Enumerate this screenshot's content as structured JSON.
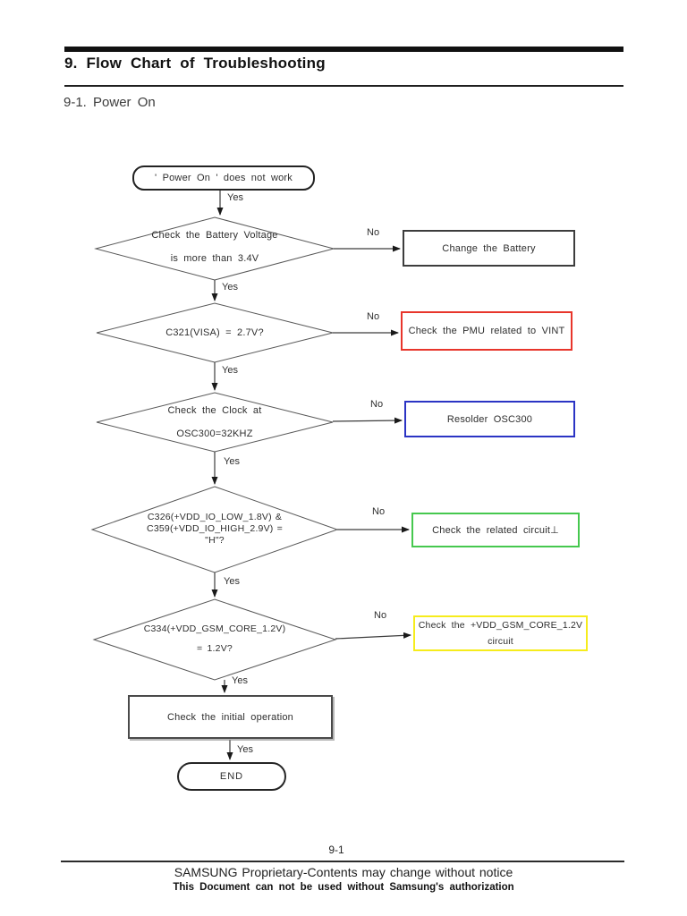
{
  "header": {
    "section_title": "9.  Flow  Chart  of  Troubleshooting",
    "subsection_title": "9-1.  Power  On"
  },
  "flowchart": {
    "start": {
      "label": "' Power On ' does not work",
      "yes": "Yes"
    },
    "decisions": [
      {
        "lines": [
          "Check the Battery Voltage",
          "is more than 3.4V"
        ],
        "yes": "Yes",
        "no": "No"
      },
      {
        "lines": [
          "C321(VISA) = 2.7V?"
        ],
        "yes": "Yes",
        "no": "No"
      },
      {
        "lines": [
          "Check the Clock at",
          "OSC300=32KHZ"
        ],
        "yes": "Yes",
        "no": "No"
      },
      {
        "lines": [
          "C326(+VDD_IO_LOW_1.8V) &",
          "C359(+VDD_IO_HIGH_2.9V) =",
          "\"H\"?"
        ],
        "yes": "Yes",
        "no": "No"
      },
      {
        "lines": [
          "C334(+VDD_GSM_CORE_1.2V)",
          "= 1.2V?"
        ],
        "yes": "Yes",
        "no": "No"
      }
    ],
    "actions": [
      {
        "lines": [
          "Change the Battery"
        ],
        "border_color": "#3d3d3d"
      },
      {
        "lines": [
          "Check the PMU related to VINT"
        ],
        "border_color": "#e8352b"
      },
      {
        "lines": [
          "Resolder OSC300"
        ],
        "border_color": "#2b34c4"
      },
      {
        "lines": [
          "Check the related circuit⊥"
        ],
        "border_color": "#46c84e"
      },
      {
        "lines": [
          "Check the +VDD_GSM_CORE_1.2V",
          "circuit"
        ],
        "border_color": "#f6ec1c"
      }
    ],
    "final_step": {
      "label": "Check the initial operation",
      "yes": "Yes"
    },
    "end": {
      "label": "END"
    }
  },
  "footer": {
    "page_number": "9-1",
    "notice": "SAMSUNG Proprietary-Contents may change without notice",
    "restriction": "This Document can not be used without Samsung's authorization"
  }
}
